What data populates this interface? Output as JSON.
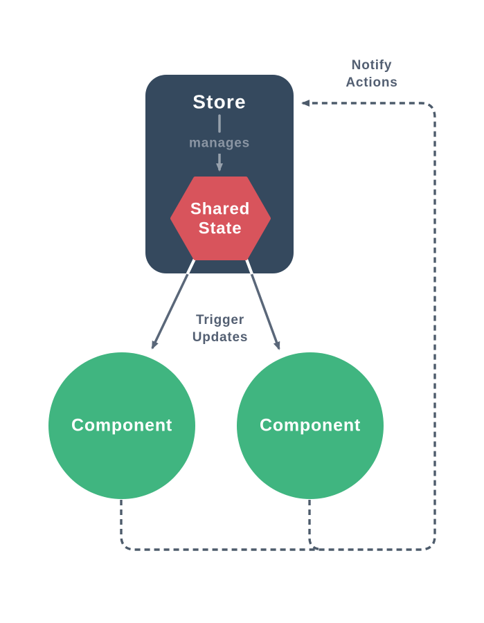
{
  "diagram": {
    "store": {
      "title": "Store",
      "relation_label": "manages"
    },
    "shared_state": {
      "line1": "Shared",
      "line2": "State"
    },
    "components": [
      {
        "label": "Component"
      },
      {
        "label": "Component"
      }
    ],
    "edges": {
      "trigger": {
        "line1": "Trigger",
        "line2": "Updates"
      },
      "notify": {
        "line1": "Notify",
        "line2": "Actions"
      }
    }
  },
  "colors": {
    "store_bg": "#35495E",
    "state_bg": "#D8545C",
    "component_bg": "#40B580",
    "label_text": "#535F72",
    "muted_text": "#8A95A3",
    "inner_line": "#97A1AC",
    "line": "#5A6779",
    "dashed_line": "#4D5B6B"
  }
}
